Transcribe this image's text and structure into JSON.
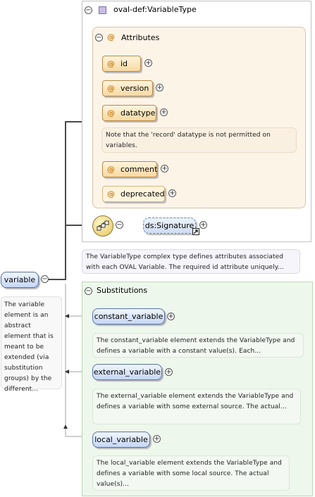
{
  "type_frame": {
    "title": "oval-def:VariableType",
    "icon": "complex-type-icon"
  },
  "attributes": {
    "title": "Attributes",
    "at_symbol": "@",
    "items": [
      {
        "name": "id"
      },
      {
        "name": "version"
      },
      {
        "name": "datatype"
      },
      {
        "name": "comment"
      },
      {
        "name": "deprecated"
      }
    ],
    "datatype_note": "Note that the 'record' datatype is not permitted on variables."
  },
  "sequence": {
    "icon": "sequence-icon",
    "ref_element": "ds:Signature"
  },
  "type_note": "The VariableType complex type defines attributes associated with each OVAL Variable. The required id attribute uniquely...",
  "root": {
    "name": "variable",
    "note": "The variable element is an abstract element that is meant to be extended (via substitution groups) by the different..."
  },
  "substitutions": {
    "title": "Substitutions",
    "items": [
      {
        "name": "constant_variable",
        "note": "The constant_variable element extends the VariableType and defines a variable with a constant value(s). Each..."
      },
      {
        "name": "external_variable",
        "note": "The external_variable element extends the VariableType and defines a variable with some external source. The actual..."
      },
      {
        "name": "local_variable",
        "note": "The local_variable element extends the VariableType and defines a variable with some local source. The actual value(s)..."
      }
    ]
  },
  "glyphs": {
    "collapse": "−",
    "expand": "+"
  },
  "colors": {
    "attribute_fill": "#f7d9a2",
    "element_fill": "#c6d7f5",
    "substitution_bg": "#eef7ec",
    "attribute_bg": "#fdf4e8"
  }
}
